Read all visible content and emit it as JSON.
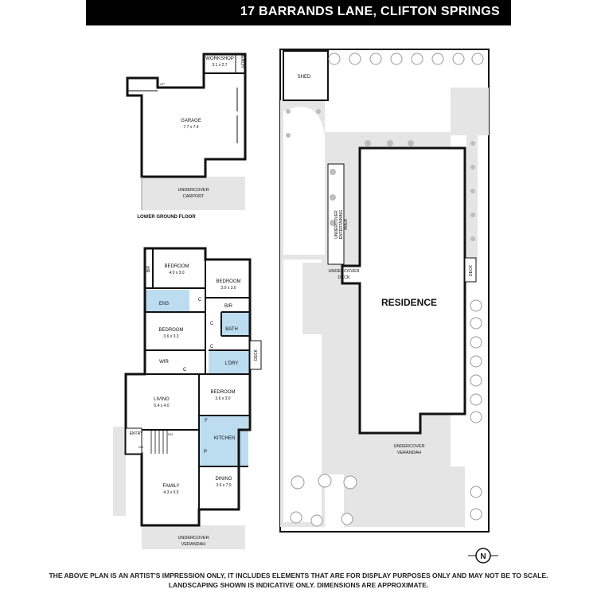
{
  "header": {
    "title": "17 BARRANDS LANE, CLIFTON SPRINGS"
  },
  "lower_ground": {
    "workshop": "WORKSHOP",
    "workshop_dim": "3.1 x 2.7",
    "bench": "BENCH",
    "up": "UP",
    "garage": "GARAGE",
    "garage_dim": "7.7 x 7.4",
    "carport_1": "UNDERCOVER",
    "carport_2": "CARPORT",
    "floor_label": "LOWER GROUND FLOOR"
  },
  "ground": {
    "bed1": "BEDROOM",
    "bed1_dim": "4.0 x 3.0",
    "bed2": "BEDROOM",
    "bed2_dim": "3.0 x 3.0",
    "bed3": "BEDROOM",
    "bed3_dim": "3.6 x 3.3",
    "bed4": "BEDROOM",
    "bed4_dim": "3.6 x 3.0",
    "bir": "BIR",
    "ens": "ENS",
    "c": "C",
    "bath": "BATH",
    "wir": "WIR",
    "ldry": "L'DRY",
    "deck": "DECK",
    "living": "LIVING",
    "living_dim": "5.4 x 4.0",
    "entry": "ENTRY",
    "dn": "DN",
    "f": "F",
    "kitchen": "KITCHEN",
    "p": "P",
    "family": "FAMILY",
    "family_dim": "4.3 x 5.5",
    "dining": "DINING",
    "dining_dim": "3.6 x 7.0",
    "verandah_1": "UNDERCOVER",
    "verandah_2": "VERANDAH"
  },
  "site": {
    "shed": "SHED",
    "ent_1": "UNDERCOVER",
    "ent_2": "ENTERTAINING",
    "ent_3": "AREA",
    "deck1_1": "UNDERCOVER",
    "deck1_2": "DECK",
    "residence": "RESIDENCE",
    "deck": "DECK",
    "ver_1": "UNDERCOVER",
    "ver_2": "VERANDAH"
  },
  "compass": {
    "north": "N"
  },
  "disclaimer": {
    "line1": "THE ABOVE PLAN IS AN ARTIST'S IMPRESSION ONLY, IT INCLUDES ELEMENTS THAT ARE FOR DISPLAY PURPOSES ONLY AND MAY NOT BE TO SCALE.",
    "line2": "LANDSCAPING SHOWN IS INDICATIVE ONLY. DIMENSIONS ARE APPROXIMATE."
  },
  "colors": {
    "wet_area": "#bcdcf0",
    "wall": "#111111",
    "paving": "#e5e5e5",
    "tree": "#bdbdbd"
  }
}
